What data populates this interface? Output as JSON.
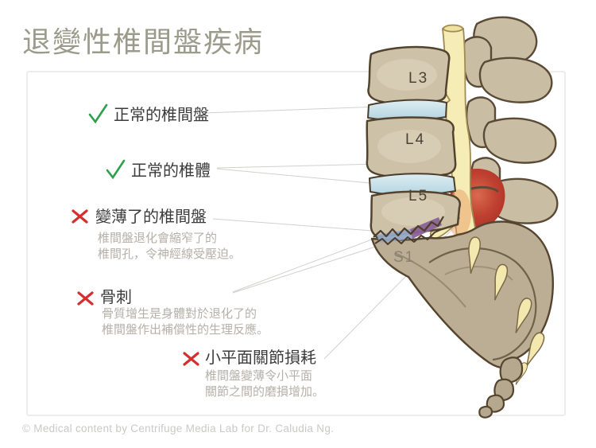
{
  "title": "退變性椎間盤疾病",
  "legend": {
    "items": [
      {
        "kind": "normal",
        "label": "正常的椎間盤"
      },
      {
        "kind": "normal",
        "label": "正常的椎體"
      },
      {
        "kind": "problem",
        "label": "變薄了的椎間盤",
        "desc1": "椎間盤退化會縮窄了的",
        "desc2": "椎間孔，令神經線受壓迫。"
      },
      {
        "kind": "problem",
        "label": "骨刺",
        "desc1": "骨質增生是身體對於退化了的",
        "desc2": "椎間盤作出補償性的生理反應。"
      },
      {
        "kind": "problem",
        "label": "小平面關節損耗",
        "desc1": "椎間盤變薄令小平面",
        "desc2": "關節之間的磨損增加。"
      }
    ]
  },
  "spine": {
    "labels": {
      "l3": "L3",
      "l4": "L4",
      "l5": "L5",
      "s1": "S1"
    }
  },
  "footer": "© Medical content by Centrifuge Media Lab for Dr. Caludia Ng.",
  "colors": {
    "check_green": "#2ca04b",
    "cross_red": "#d42f2f",
    "title_gray": "#9b9b8c",
    "bone_tan": "#cdc1a8",
    "sacrum_tan": "#bbae94",
    "disc_blue": "#c5dfe8",
    "thinned_disc_blue": "#92a8c6",
    "thinned_disc_purple": "#8a6296",
    "inflamed_red": "#c0392b",
    "nerve_yellow": "#f5ecb6",
    "outline_brown": "#55452f"
  }
}
